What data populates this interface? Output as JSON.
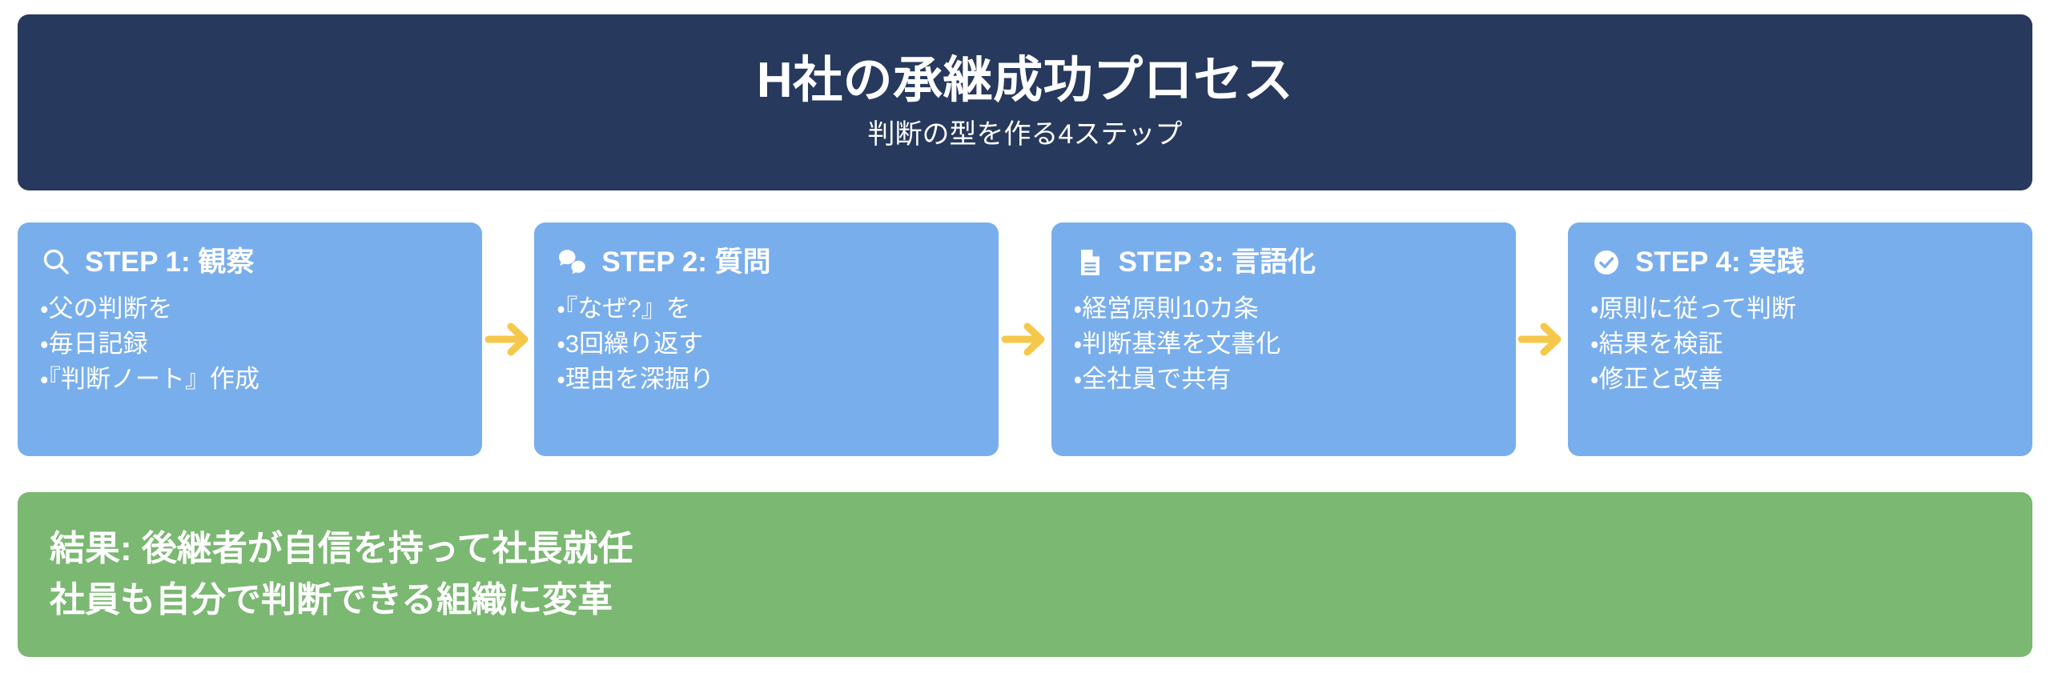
{
  "header": {
    "title": "H社の承継成功プロセス",
    "subtitle": "判断の型を作る4ステップ"
  },
  "colors": {
    "header_navy": "#27395C",
    "step_blue": "#79AEEC",
    "arrow_amber": "#F5C84C",
    "result_green": "#7BB872",
    "text_white": "#FFFFFF",
    "page_background": "#FFFFFF"
  },
  "steps": [
    {
      "icon": "search-icon",
      "title": "STEP 1: 観察",
      "bullets": [
        "・父の判断を",
        "・毎日記録",
        "・『判断ノート』作成"
      ]
    },
    {
      "icon": "chat-bubbles-icon",
      "title": "STEP 2: 質問",
      "bullets": [
        "・『なぜ?』を",
        "・3回繰り返す",
        "・理由を深掘り"
      ]
    },
    {
      "icon": "document-icon",
      "title": "STEP 3: 言語化",
      "bullets": [
        "・経営原則10カ条",
        "・判断基準を文書化",
        "・全社員で共有"
      ]
    },
    {
      "icon": "check-circle-icon",
      "title": "STEP 4: 実践",
      "bullets": [
        "・原則に従って判断",
        "・結果を検証",
        "・修正と改善"
      ]
    }
  ],
  "connectors": [
    {
      "icon": "arrow-right-icon"
    },
    {
      "icon": "arrow-right-icon"
    },
    {
      "icon": "arrow-right-icon"
    }
  ],
  "result": {
    "lines": [
      "結果: 後継者が自信を持って社長就任",
      "社員も自分で判断できる組織に変革"
    ]
  }
}
